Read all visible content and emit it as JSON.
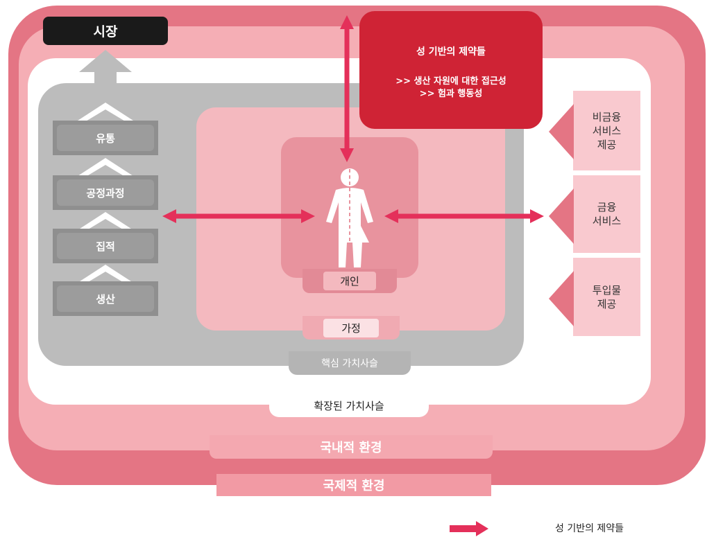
{
  "market": {
    "label": "시장"
  },
  "chain_steps": [
    {
      "label": "유통"
    },
    {
      "label": "공정과정"
    },
    {
      "label": "집적"
    },
    {
      "label": "생산"
    }
  ],
  "constraints_box": {
    "title": "성 기반의 제약들",
    "line1": ">> 생산 자원에 대한 접근성",
    "line2": ">> 험과 행동성"
  },
  "services": [
    {
      "label": "비금융\n서비스\n제공"
    },
    {
      "label": "금융\n서비스"
    },
    {
      "label": "투입물\n제공"
    }
  ],
  "layers": {
    "individual": "개인",
    "household": "가정",
    "core_value_chain": "핵심 가치사슬",
    "extended_value_chain": "확장된 가치사슬",
    "domestic_environment": "국내적 환경",
    "international_environment": "국제적 환경"
  },
  "legend": {
    "label": "성 기반의 제약들"
  },
  "colors": {
    "constraint_arrow": "#e4305a",
    "constraint_box": "#cf2335",
    "international": "#e47584",
    "domestic": "#f5aeb5",
    "core_chain": "#bcbcbc"
  },
  "icons": [
    "person-icon",
    "up-arrow-icon",
    "double-arrow-icon"
  ]
}
